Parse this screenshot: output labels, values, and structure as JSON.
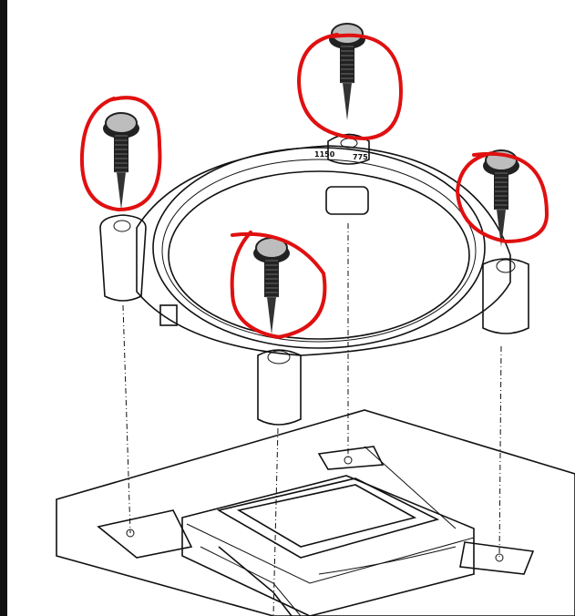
{
  "diagram": {
    "ring_labels": [
      "1150",
      "775"
    ],
    "annotation_color": "#e01010",
    "screw_count": 4
  }
}
